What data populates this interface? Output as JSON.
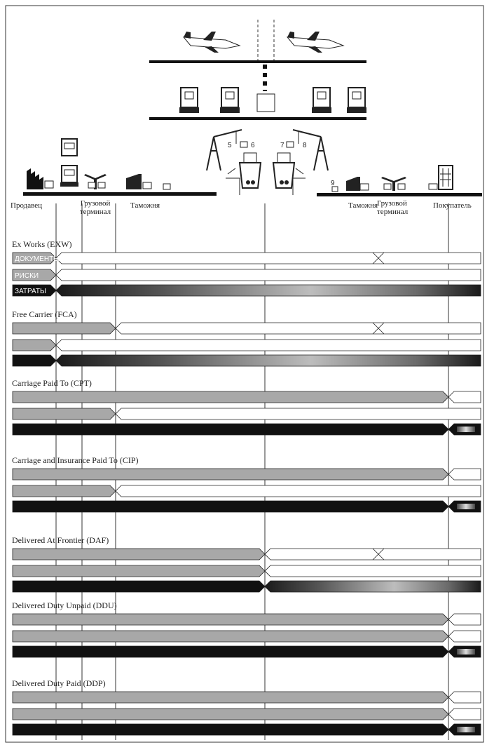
{
  "top_labels": {
    "seller": "Продавец",
    "cargo_terminal_left": "Грузовой терминал",
    "customs_left": "Таможня",
    "customs_right": "Таможня",
    "cargo_terminal_right": "Грузовой терминал",
    "buyer": "Покупатель"
  },
  "crane_numbers": [
    "5",
    "6",
    "7",
    "8",
    "9"
  ],
  "row_labels": [
    "ДОКУМЕНТЫ",
    "РИСКИ",
    "ЗАТРАТЫ"
  ],
  "sections": [
    {
      "title": "Ex Works (EXW)",
      "documents_split": 0,
      "risks_split": 0,
      "costs_split": 0
    },
    {
      "title": "Free Carrier (FCA)",
      "documents_split": 1,
      "risks_split": 0,
      "costs_split": 0
    },
    {
      "title": "Carriage Paid To (CPT)",
      "documents_split": 2,
      "risks_split": 1,
      "costs_split": 2
    },
    {
      "title": "Carriage and Insurance Paid To (CIP)",
      "documents_split": 2,
      "risks_split": 1,
      "costs_split": 2
    },
    {
      "title": "Delivered At Frontier (DAF)",
      "documents_split": 3,
      "risks_split": 3,
      "costs_split": 3
    },
    {
      "title": "Delivered Duty Unpaid (DDU)",
      "documents_split": 2,
      "risks_split": 2,
      "costs_split": 2
    },
    {
      "title": "Delivered Duty Paid (DDP)",
      "documents_split": 2,
      "risks_split": 2,
      "costs_split": 2
    }
  ],
  "colors": {
    "seller_fill": "#a8a8a8",
    "costs_fill": "#111111",
    "line": "#222222"
  }
}
